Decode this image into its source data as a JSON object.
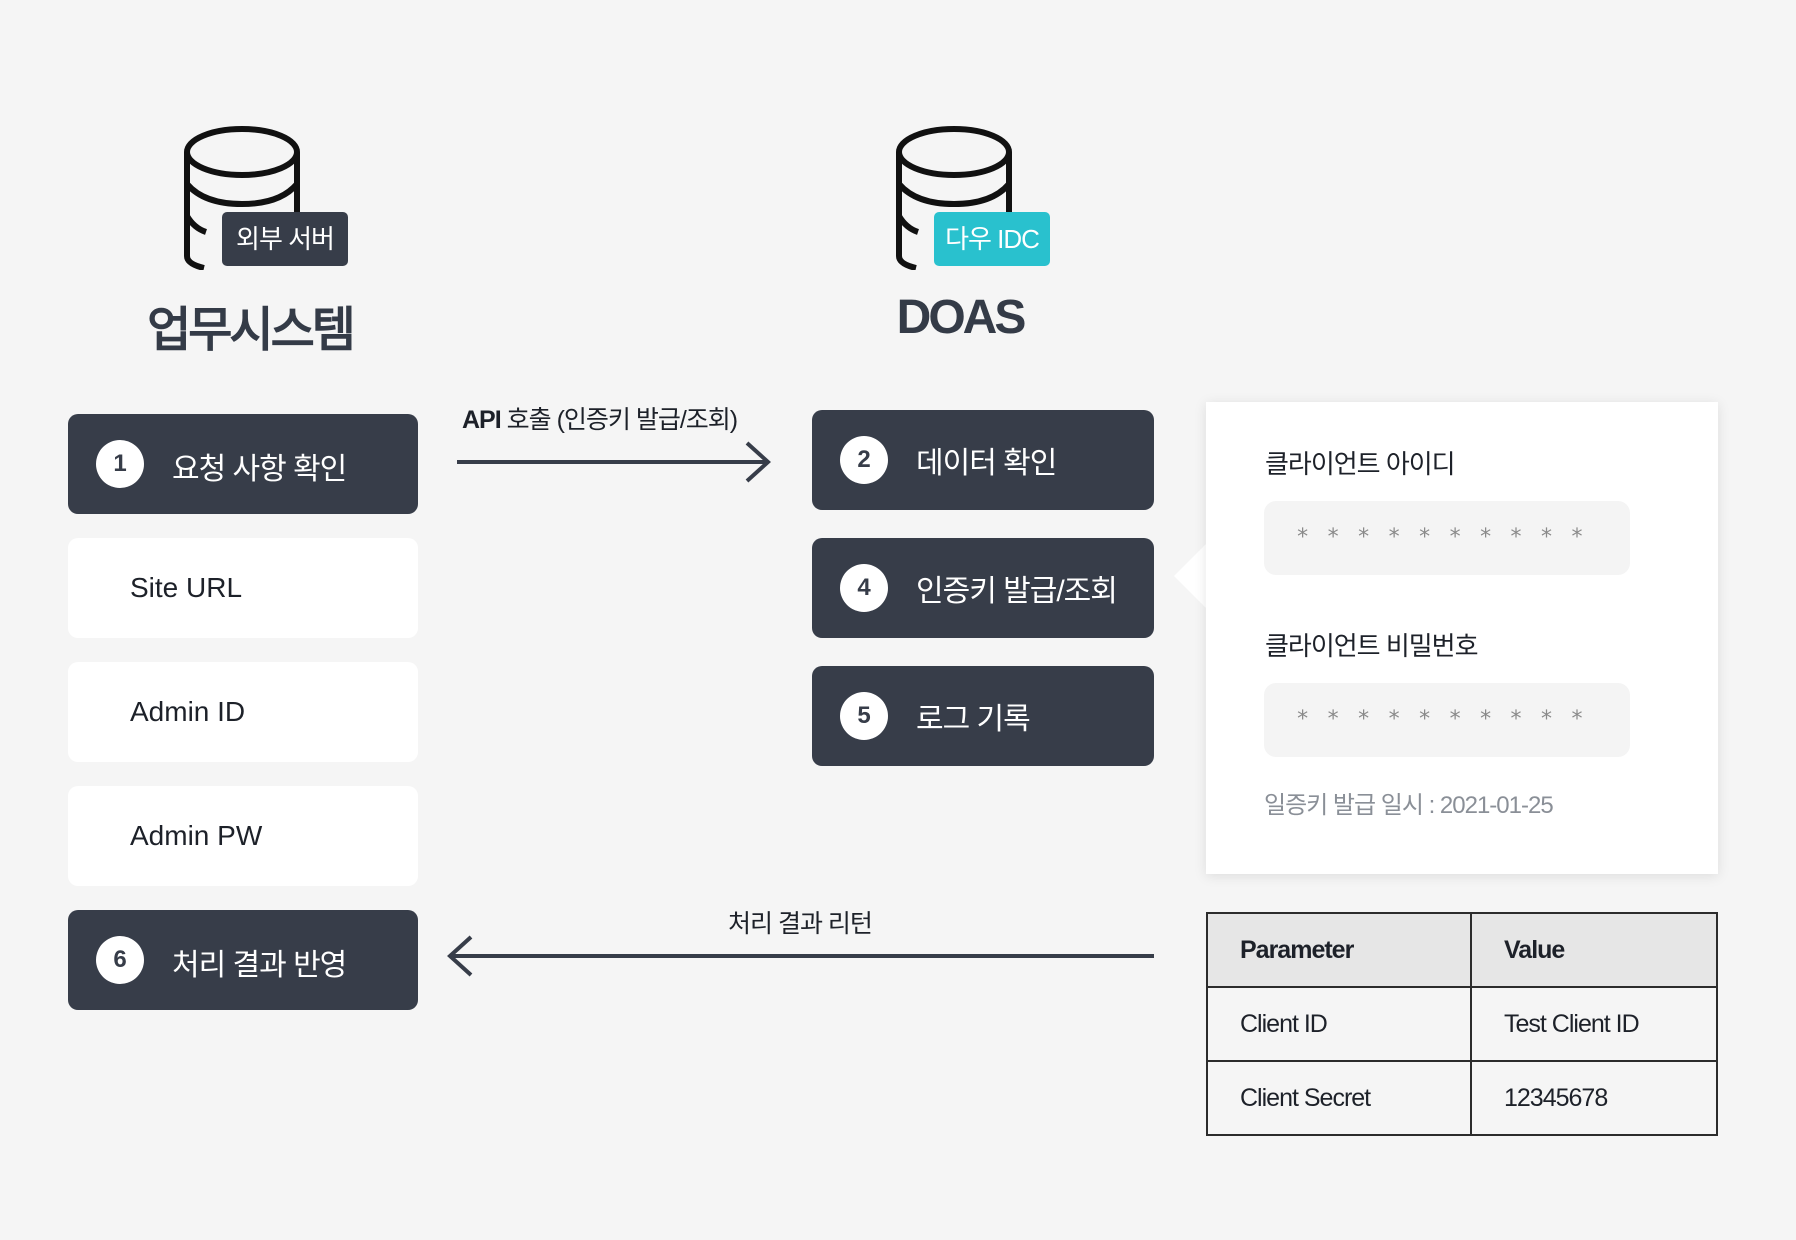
{
  "left_system": {
    "badge": "외부 서버",
    "title": "업무시스템",
    "steps": [
      {
        "num": "1",
        "label": "요청 사항 확인"
      },
      {
        "num": "6",
        "label": "처리 결과 반영"
      }
    ],
    "fields": [
      "Site URL",
      "Admin ID",
      "Admin PW"
    ]
  },
  "right_system": {
    "badge": "다우 IDC",
    "title": "DOAS",
    "steps": [
      {
        "num": "2",
        "label": "데이터 확인"
      },
      {
        "num": "4",
        "label": "인증키 발급/조회"
      },
      {
        "num": "5",
        "label": "로그 기록"
      }
    ]
  },
  "arrows": {
    "request_prefix": "API",
    "request_label": " 호출 (인증키 발급/조회)",
    "response_label": "처리 결과 리턴"
  },
  "credential_panel": {
    "client_id_label": "클라이언트 아이디",
    "client_id_value": "* * * * * * * * * *",
    "client_secret_label": "클라이언트 비밀번호",
    "client_secret_value": "* * * * * * * * * *",
    "issued_note": "일증키 발급 일시 : 2021-01-25"
  },
  "param_table": {
    "headers": [
      "Parameter",
      "Value"
    ],
    "rows": [
      [
        "Client ID",
        "Test Client ID"
      ],
      [
        "Client Secret",
        "12345678"
      ]
    ]
  },
  "colors": {
    "dark_box": "#373d49",
    "badge_dark": "#373d49",
    "badge_accent": "#29c1ce",
    "background": "#f5f5f5"
  }
}
